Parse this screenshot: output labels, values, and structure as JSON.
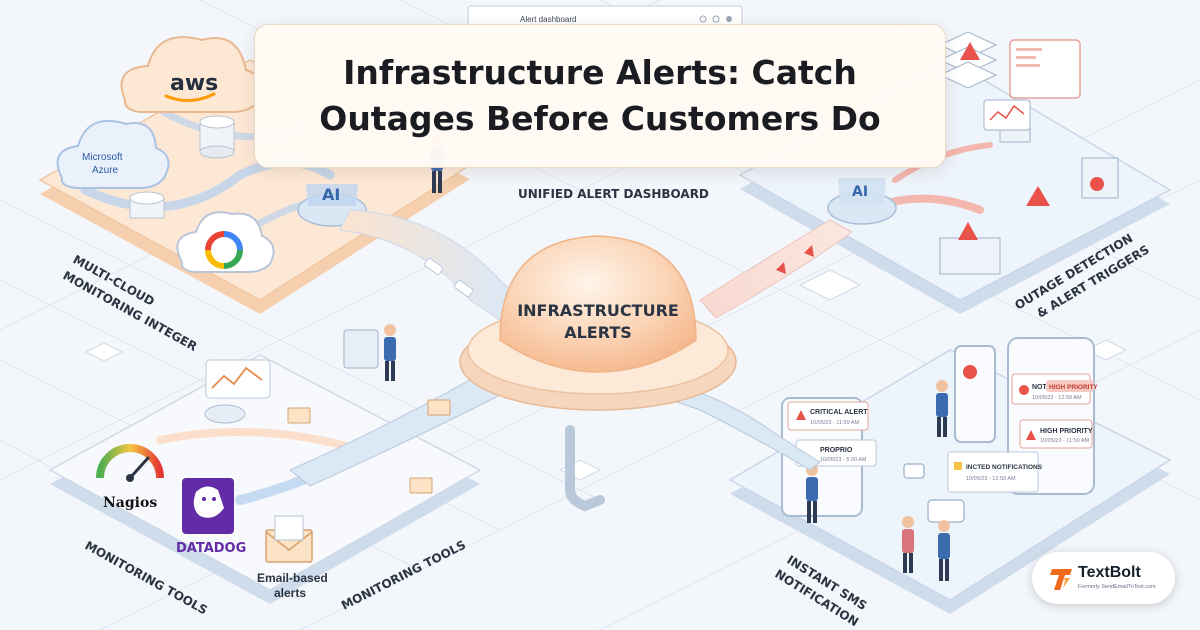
{
  "title": {
    "line1": "Infrastructure Alerts: Catch",
    "line2": "Outages Before Customers Do"
  },
  "hub": {
    "line1": "INFRASTRUCTURE",
    "line2": "ALERTS"
  },
  "labels": {
    "dashboard_window_title": "Alert dashboard",
    "unified_dashboard": "UNIFIED ALERT DASHBOARD",
    "multi_cloud_1": "MULTI-CLOUD",
    "multi_cloud_2": "MONITORING INTEGER",
    "outage_1": "OUTAGE DETECTION",
    "outage_2": "& ALERT TRIGGERS",
    "monitoring_tools_left": "MONITORING TOOLS",
    "monitoring_tools_right": "MONITORING TOOLS",
    "sms_1": "INSTANT SMS",
    "sms_2": "NOTIFICATION",
    "email_alerts_1": "Email-based",
    "email_alerts_2": "alerts"
  },
  "logos": {
    "aws": "aws",
    "azure_1": "Microsoft",
    "azure_2": "Azure",
    "nagios": "Nagios",
    "datadog": "DATADOG",
    "ai_left": "AI",
    "ai_right": "AI"
  },
  "notifications": {
    "critical": "CRITICAL ALERT",
    "proprio": "PROPRIO",
    "notificando": "NOTIFICANDO",
    "high_priority_1": "HIGH PRIORITY",
    "high_priority_2": "HIGH PRIORITY",
    "batches": "INCTED NOTIFICATIONS",
    "time_1": "10/05/23 - 11:59 AM",
    "time_2": "10/05/23 - 12:59 AM",
    "time_3": "10/05/23 - 11:59 AM",
    "time_4": "10/05/23 - 5:00 AM",
    "time_5": "10/05/23 - 12:59 AM"
  },
  "brand": {
    "name": "TextBolt",
    "tagline": "Formerly SendEmailToText.com"
  },
  "colors": {
    "background": "#f3f6fa",
    "peach_platform": "#fde5d0",
    "blue_platform": "#e8f0fb",
    "hub": "#fbd0ad",
    "alert_red": "#e8524a",
    "brand_orange": "#f26b1d",
    "aws_orange": "#ff9900",
    "datadog_purple": "#632ca6"
  }
}
